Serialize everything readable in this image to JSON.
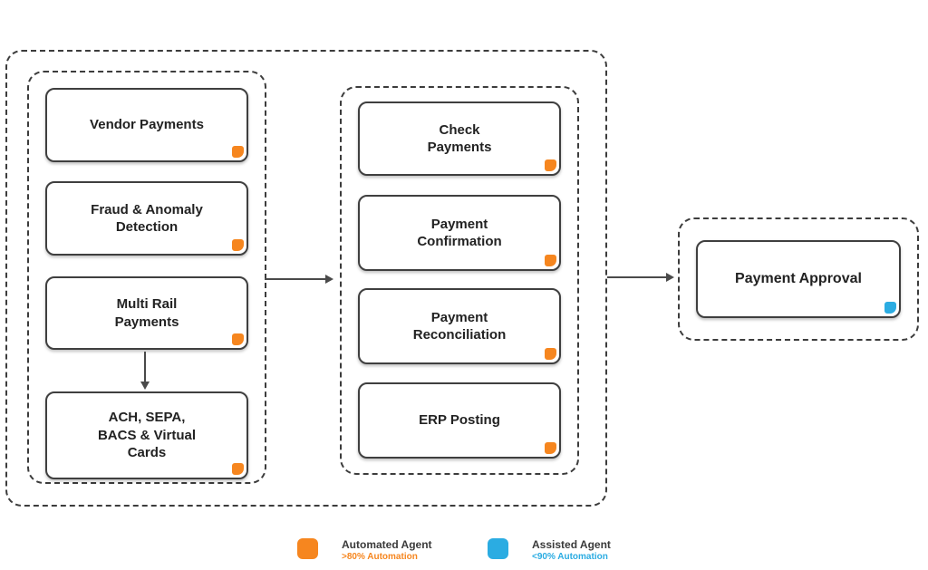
{
  "colors": {
    "automated_agent": "#F6861F",
    "assisted_agent": "#2BACE2",
    "box_border": "#3f3f3f",
    "dashed_border": "#3c3c3c",
    "arrow": "#4a4a4a",
    "label_text": "#222222"
  },
  "flow": {
    "left_group": {
      "boxes": [
        {
          "label": "Vendor Payments",
          "tag": "automated"
        },
        {
          "label": "Fraud & Anomaly\nDetection",
          "tag": "automated"
        },
        {
          "label": "Multi Rail\nPayments",
          "tag": "automated"
        },
        {
          "label": "ACH, SEPA,\nBACS & Virtual\nCards",
          "tag": "automated"
        }
      ]
    },
    "middle_group": {
      "boxes": [
        {
          "label": "Check\nPayments",
          "tag": "automated"
        },
        {
          "label": "Payment\nConfirmation",
          "tag": "automated"
        },
        {
          "label": "Payment\nReconciliation",
          "tag": "automated"
        },
        {
          "label": "ERP Posting",
          "tag": "automated"
        }
      ]
    },
    "right_group": {
      "boxes": [
        {
          "label": "Payment Approval",
          "tag": "assisted"
        }
      ]
    }
  },
  "legend": [
    {
      "title": "Automated Agent",
      "subtitle": ">80% Automation",
      "color": "#F6861F"
    },
    {
      "title": "Assisted Agent",
      "subtitle": "<90% Automation",
      "color": "#2BACE2"
    }
  ]
}
